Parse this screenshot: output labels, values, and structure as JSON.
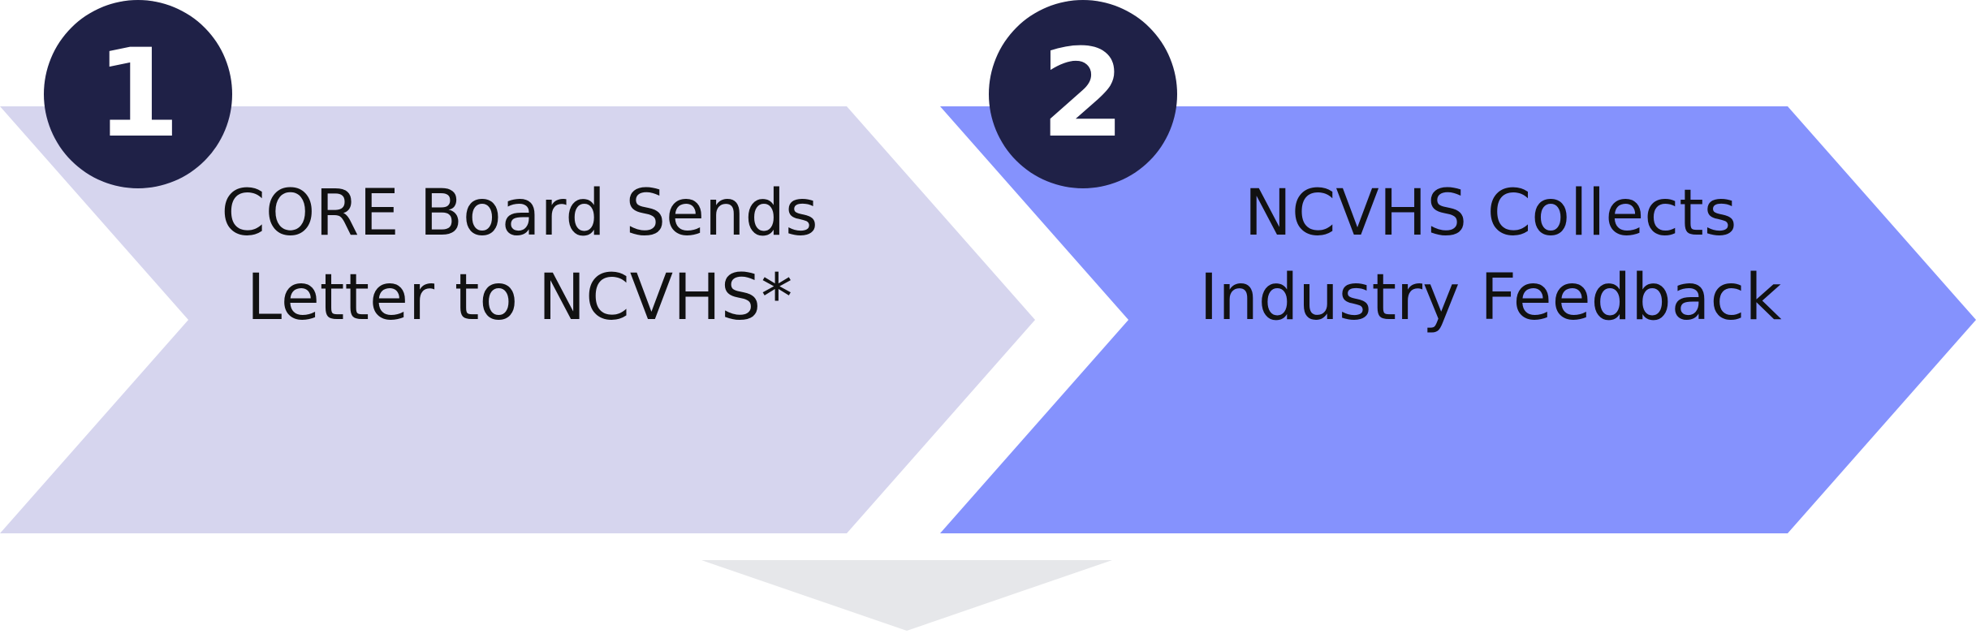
{
  "colors": {
    "step_1_fill": "#d6d5ee",
    "step_2_fill": "#8592fd",
    "badge_fill": "#1f2147",
    "badge_text": "#ffffff",
    "next_step_fill": "#e6e7ea",
    "label_text": "#111111"
  },
  "steps": [
    {
      "number": "1",
      "lines": [
        "CORE Board Sends",
        "Letter to NCVHS*"
      ]
    },
    {
      "number": "2",
      "lines": [
        "NCVHS Collects",
        "Industry Feedback"
      ]
    }
  ]
}
